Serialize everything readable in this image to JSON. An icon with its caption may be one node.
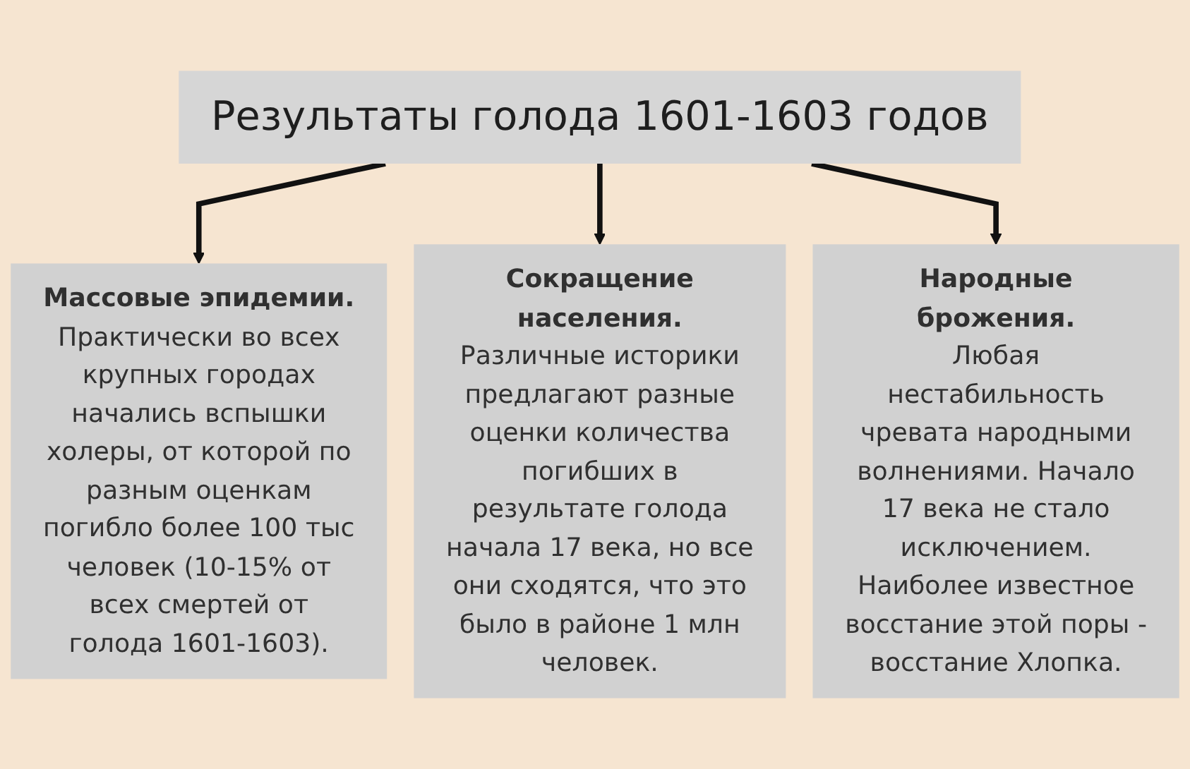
{
  "diagram": {
    "nodes": [
      {
        "text": [
          "Результаты голода 1601-1603 годов"
        ]
      },
      {
        "text": [
          "Массовые эпидемии.",
          "Практически во всех крупных городах начались вспышки холеры, от которой по разным оценкам погибло более 100 тыс человек (10-15% от всех смертей от голода 1601-1603)."
        ]
      },
      {
        "text": [
          "Сокращение населения.",
          "Различные историки предлагают разные оценки количества погибших в результате голода начала 17 века, но все они сходятся, что это было в районе 1 млн человек."
        ]
      },
      {
        "text": [
          "Народные брожения.",
          "Любая нестабильность чревата народными волнениями. Начало 17 века не стало исключением. Наиболее известное восстание этой поры - восстание Хлопка."
        ]
      }
    ],
    "edges": [
      {
        "from": 0,
        "to": 1,
        "arrow": "to"
      },
      {
        "from": 0,
        "to": 2,
        "arrow": "to"
      },
      {
        "from": 0,
        "to": 3,
        "arrow": "to"
      }
    ]
  }
}
